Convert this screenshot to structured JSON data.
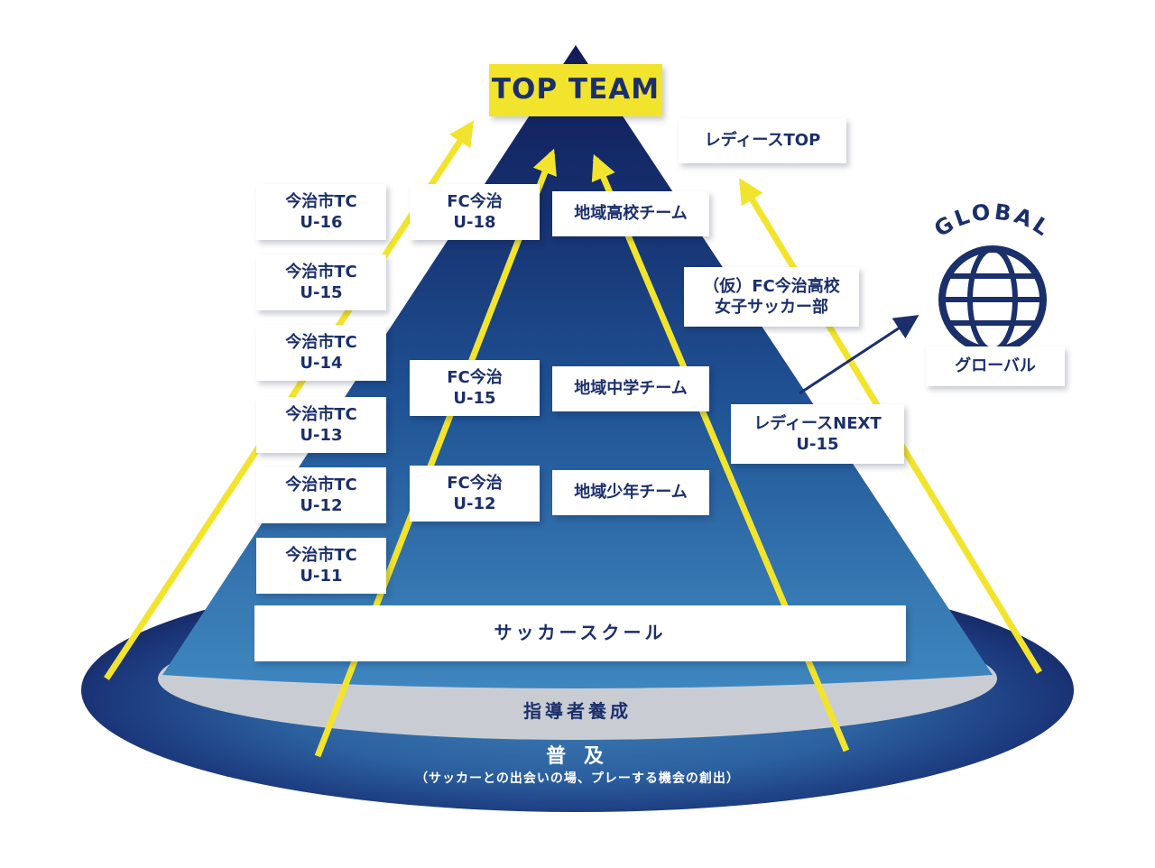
{
  "title": {
    "top_team": "TOP TEAM"
  },
  "pyramid": {
    "tc_column": [
      {
        "line1": "今治市TC",
        "line2": "U-16"
      },
      {
        "line1": "今治市TC",
        "line2": "U-15"
      },
      {
        "line1": "今治市TC",
        "line2": "U-14"
      },
      {
        "line1": "今治市TC",
        "line2": "U-13"
      },
      {
        "line1": "今治市TC",
        "line2": "U-12"
      },
      {
        "line1": "今治市TC",
        "line2": "U-11"
      }
    ],
    "fc_column": [
      {
        "line1": "FC今治",
        "line2": "U-18"
      },
      {
        "line1": "FC今治",
        "line2": "U-15"
      },
      {
        "line1": "FC今治",
        "line2": "U-12"
      }
    ],
    "regional_column": [
      {
        "label": "地域高校チーム"
      },
      {
        "label": "地域中学チーム"
      },
      {
        "label": "地域少年チーム"
      }
    ],
    "ladies": {
      "top": "レディースTOP",
      "hs": {
        "line1": "（仮）FC今治高校",
        "line2": "女子サッカー部"
      },
      "next": {
        "line1": "レディースNEXT",
        "line2": "U-15"
      }
    },
    "global": {
      "arc": "GLOBAL",
      "label": "グローバル"
    },
    "school": "サッカースクール",
    "coach_development": "指導者養成",
    "spread": {
      "label": "普 及",
      "sub": "（サッカーとの出会いの場、プレーする機会の創出）"
    }
  },
  "colors": {
    "navy": "#1B2F6B",
    "yellow": "#F2E42C",
    "cone_top": "#111B57",
    "cone_bottom": "#3E86BF",
    "gray_band": "#C9CDD3",
    "box_bg": "#FFFFFF"
  }
}
